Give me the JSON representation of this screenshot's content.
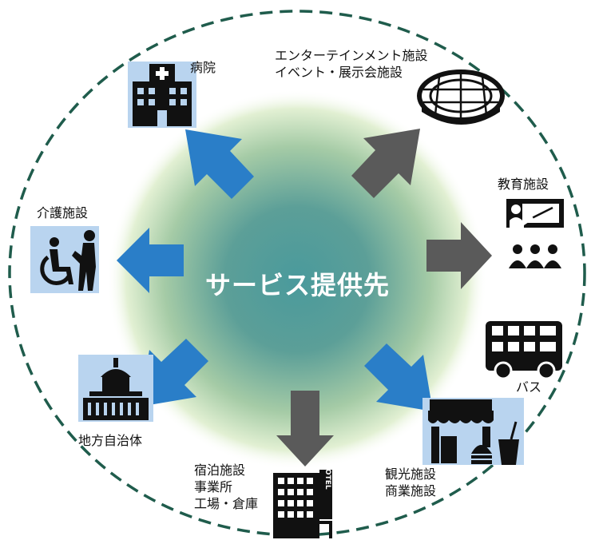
{
  "center": {
    "title": "サービス提供先"
  },
  "colors": {
    "ring": "#1f5c4c",
    "arrow_blue": "#2a7ec8",
    "arrow_gray": "#5a5a5a",
    "icon_bg": "#b9d4ef",
    "glow_inner": "#4e9a9c",
    "glow_outer": "#e9f5d8"
  },
  "nodes": [
    {
      "id": "hospital",
      "icon": "hospital-icon",
      "arrow": "blue",
      "lines": [
        "病院"
      ]
    },
    {
      "id": "entertainment",
      "icon": "stadium-icon",
      "arrow": "gray",
      "lines": [
        "エンターテインメント施設",
        "イベント・展示会施設"
      ]
    },
    {
      "id": "education",
      "icon": "classroom-icon",
      "arrow": "gray",
      "lines": [
        "教育施設"
      ]
    },
    {
      "id": "bus",
      "icon": "bus-icon",
      "arrow": "none",
      "lines": [
        "バス"
      ]
    },
    {
      "id": "commercial",
      "icon": "shop-icon",
      "arrow": "blue",
      "lines": [
        "観光施設",
        "商業施設"
      ]
    },
    {
      "id": "lodging",
      "icon": "hotel-icon",
      "arrow": "gray",
      "lines": [
        "宿泊施設",
        "事業所",
        "工場・倉庫"
      ]
    },
    {
      "id": "government",
      "icon": "government-building-icon",
      "arrow": "blue",
      "lines": [
        "地方自治体"
      ]
    },
    {
      "id": "care",
      "icon": "wheelchair-icon",
      "arrow": "blue",
      "lines": [
        "介護施設"
      ]
    }
  ]
}
